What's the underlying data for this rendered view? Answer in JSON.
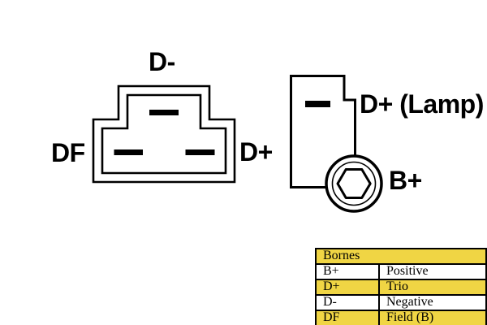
{
  "diagram_labels": {
    "connector_top": "D-",
    "connector_left": "DF",
    "connector_right": "D+",
    "side_terminal": "D+ (Lamp)",
    "side_post": "B+"
  },
  "table": {
    "header": "Bornes",
    "rows": [
      {
        "code": "B+",
        "desc": "Positive",
        "highlight": false
      },
      {
        "code": "D+",
        "desc": "Trio",
        "highlight": true
      },
      {
        "code": "D-",
        "desc": "Negative",
        "highlight": false
      },
      {
        "code": "DF",
        "desc": "Field (B)",
        "highlight": true
      }
    ],
    "highlight_color": "#F0D544"
  },
  "colors": {
    "line": "#000000",
    "background": "#FFFFFF",
    "table_highlight": "#F0D544"
  }
}
